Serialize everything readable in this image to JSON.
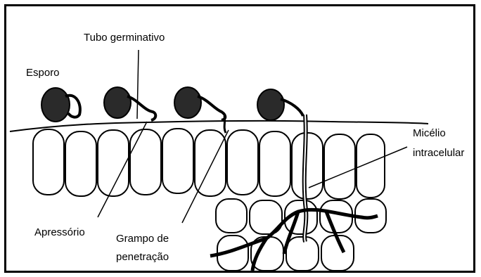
{
  "labels": {
    "spore": "Esporo",
    "germ_tube": "Tubo germinativo",
    "appressorium": "Apressório",
    "penetration_peg_line1": "Grampo de",
    "penetration_peg_line2": "penetração",
    "mycelium_line1": "Micélio",
    "mycelium_line2": "intracelular"
  }
}
